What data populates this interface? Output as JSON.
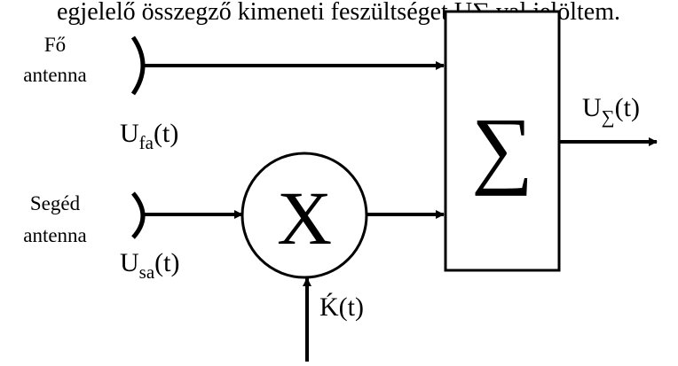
{
  "header_text": "egjelelő összegző kimeneti feszültséget U∑ val jelöltem.",
  "main_antenna": {
    "line1": "Fő",
    "line2": "antenna"
  },
  "aux_antenna": {
    "line1": "Segéd",
    "line2": "antenna"
  },
  "signals": {
    "main": {
      "base": "U",
      "sub": "fa",
      "arg": "(t)"
    },
    "aux": {
      "base": "U",
      "sub": "sa",
      "arg": "(t)"
    },
    "control": "Ḱ(t)",
    "output": {
      "base": "U",
      "sub": "∑",
      "arg": "(t)"
    }
  },
  "blocks": {
    "multiplier": "X",
    "summer": "∑"
  }
}
